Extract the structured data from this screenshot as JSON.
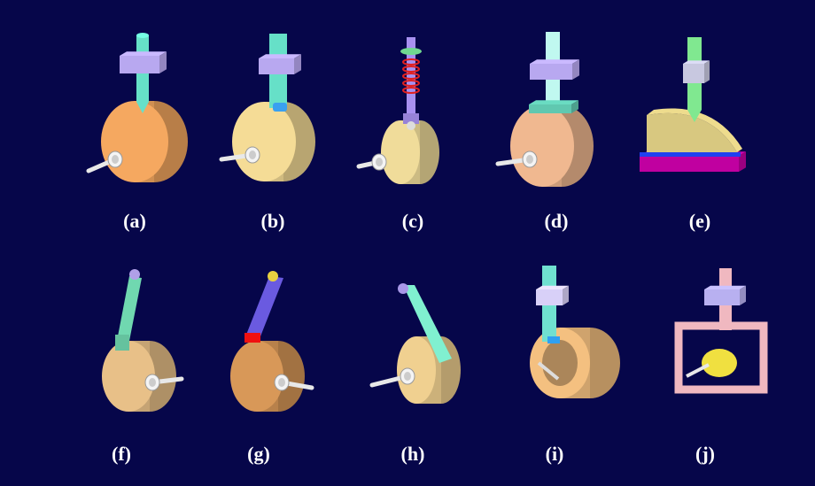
{
  "figures": [
    {
      "id": "a",
      "label": "(a)",
      "cam_color": "#f5a860",
      "follower_color": "#66e0c8",
      "guide_color": "#b8a8f0"
    },
    {
      "id": "b",
      "label": "(b)",
      "cam_color": "#f5dc96",
      "follower_color": "#66e0c8",
      "guide_color": "#b8a8f0",
      "roller_color": "#3aa0f0"
    },
    {
      "id": "c",
      "label": "(c)",
      "cam_color": "#f0dc9a",
      "follower_color": "#a890f0",
      "spring_color": "#e02020"
    },
    {
      "id": "d",
      "label": "(d)",
      "cam_color": "#f0b890",
      "follower_color": "#c0f8f0",
      "guide_color": "#b8a8f0"
    },
    {
      "id": "e",
      "label": "(e)",
      "cam_color": "#d8c880",
      "follower_color": "#80e890",
      "base_color": "#c000a0"
    },
    {
      "id": "f",
      "label": "(f)",
      "cam_color": "#e8c088",
      "follower_color": "#70d8b0"
    },
    {
      "id": "g",
      "label": "(g)",
      "cam_color": "#d89858",
      "follower_color": "#6a5ae0",
      "roller_color": "#f01010"
    },
    {
      "id": "h",
      "label": "(h)",
      "cam_color": "#f0d090",
      "follower_color": "#80f0d0"
    },
    {
      "id": "i",
      "label": "(i)",
      "cam_color": "#f4c080",
      "follower_color": "#70e0d0"
    },
    {
      "id": "j",
      "label": "(j)",
      "cam_color": "#f0e040",
      "follower_color": "#f0b8c0",
      "guide_color": "#b8b0f0"
    }
  ]
}
